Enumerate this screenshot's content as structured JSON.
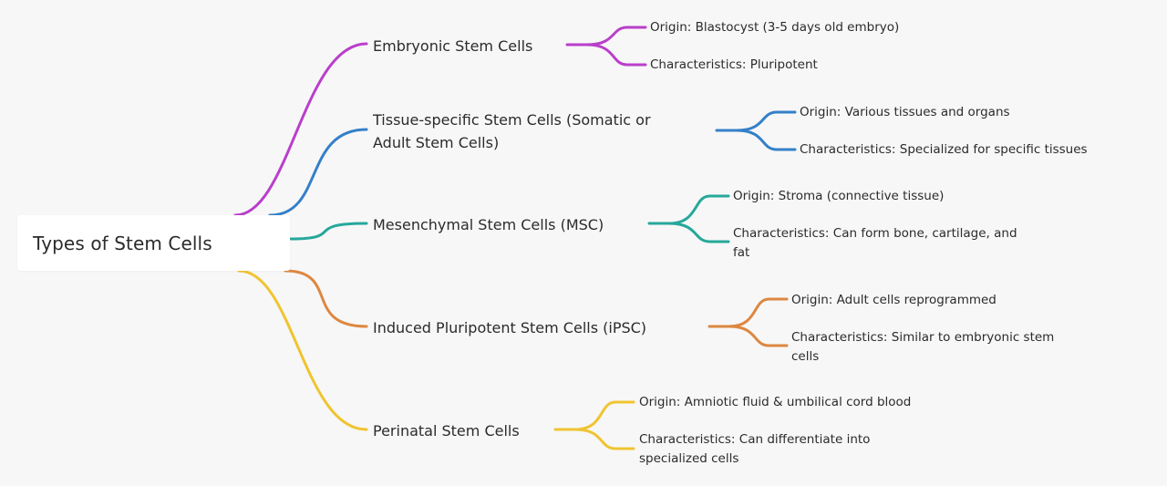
{
  "root": {
    "label": "Types of Stem Cells"
  },
  "branches": [
    {
      "label": "Embryonic Stem Cells",
      "color": "#b93fca",
      "children": [
        "Origin: Blastocyst (3-5 days old embryo)",
        "Characteristics: Pluripotent"
      ]
    },
    {
      "label": "Tissue-specific Stem Cells (Somatic or Adult Stem Cells)",
      "color": "#3480c9",
      "children": [
        "Origin: Various tissues and organs",
        "Characteristics: Specialized for specific tissues"
      ]
    },
    {
      "label": "Mesenchymal Stem Cells (MSC)",
      "color": "#26a89b",
      "children": [
        "Origin: Stroma (connective tissue)",
        "Characteristics: Can form bone, cartilage, and fat"
      ]
    },
    {
      "label": "Induced Pluripotent Stem Cells (iPSC)",
      "color": "#dd8740",
      "children": [
        "Origin: Adult cells reprogrammed",
        "Characteristics: Similar to embryonic stem cells"
      ]
    },
    {
      "label": "Perinatal Stem Cells",
      "color": "#f0c431",
      "children": [
        "Origin: Amniotic fluid & umbilical cord blood",
        "Characteristics: Can differentiate into specialized cells"
      ]
    }
  ]
}
